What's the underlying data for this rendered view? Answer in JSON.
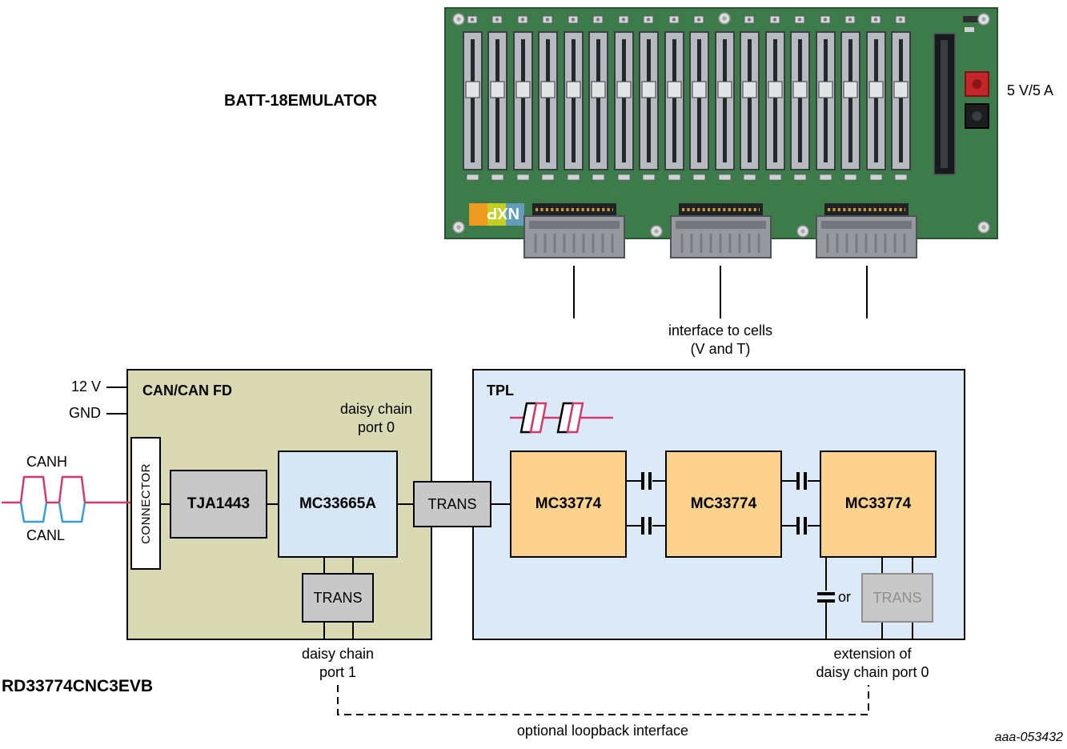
{
  "pcb": {
    "label": "BATT-18EMULATOR",
    "power": "5 V/5 A",
    "logo": "NXP",
    "interface_caption": "interface to cells\n(V and T)"
  },
  "left": {
    "v12": "12 V",
    "gnd": "GND",
    "canh": "CANH",
    "canl": "CANL"
  },
  "can_section": {
    "title": "CAN/CAN FD",
    "connector": "CONNECTOR",
    "transceiver": "TJA1443",
    "bms_controller": "MC33665A",
    "daisy_port0": "daisy chain\nport 0",
    "trans_mid": "TRANS",
    "trans_port1": "TRANS",
    "daisy_port1": "daisy chain\nport 1"
  },
  "tpl_section": {
    "title": "TPL",
    "chips": [
      "MC33774",
      "MC33774",
      "MC33774"
    ],
    "or_label": "or",
    "trans_optional": "TRANS",
    "extension": "extension of\ndaisy chain port 0"
  },
  "footer": {
    "board_name": "RD33774CNC3EVB",
    "loopback": "optional loopback interface",
    "doc_id": "aaa-053432"
  },
  "colors": {
    "can_fill": "#d9d9b3",
    "tpl_fill": "#dce9f6",
    "chip_orange": "#fdd28c",
    "chip_blue": "#d6e6f5",
    "gray": "#c8c8c8",
    "magenta": "#d23a6b",
    "blue": "#3a9bd5",
    "pcb_green": "#3e7b4a"
  }
}
